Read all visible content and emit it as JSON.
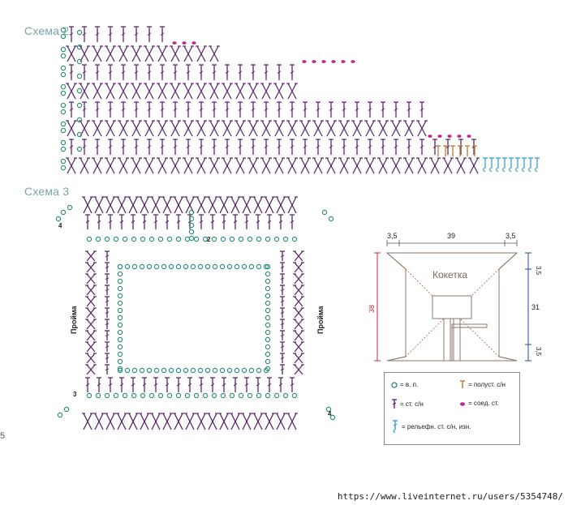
{
  "schema2": {
    "title": "Схема 2"
  },
  "schema3": {
    "title": "Схема 3",
    "side_label": "Пройма",
    "corner_numbers": [
      "4",
      "2",
      "3",
      "4"
    ]
  },
  "pattern": {
    "yoke_label": "Кокетка",
    "dim_top": [
      "3,5",
      "39",
      "3,5"
    ],
    "dim_left": "38",
    "dim_right": [
      "3,5",
      "31",
      "3,5"
    ]
  },
  "legend": {
    "chain": "= в. п.",
    "hdc": "= полуст. с/н",
    "dc": "= ст. с/н",
    "slip": "= соед. ст.",
    "relief": "= рельефн. ст. с/н, изн."
  },
  "colors": {
    "stitch": "#5b2a6b",
    "chain": "#2f8f7a",
    "slip": "#c0288a",
    "hdc": "#c07a2a",
    "relief": "#3aa0c8",
    "dim_red": "#c8283a",
    "dim_blue": "#2a4a9a",
    "title": "#7aa6a8"
  },
  "url": "https://www.liveinternet.ru/users/5354748/",
  "margin_mark": "5"
}
